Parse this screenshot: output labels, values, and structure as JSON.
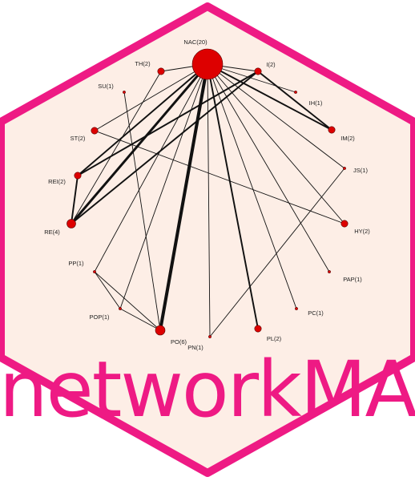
{
  "colors": {
    "hex_border": "#ee1a84",
    "hex_fill": "#fdeee6",
    "node_fill": "#dd0000",
    "edge": "#111111",
    "wordmark": "#ee1a84"
  },
  "wordmark": "networkMA",
  "network": {
    "nodes": [
      {
        "id": "NAC",
        "label": "NAC(20)",
        "size": 20
      },
      {
        "id": "TH",
        "label": "TH(2)",
        "size": 2
      },
      {
        "id": "I",
        "label": "I(2)",
        "size": 2
      },
      {
        "id": "SU",
        "label": "SU(1)",
        "size": 1
      },
      {
        "id": "IH",
        "label": "IH(1)",
        "size": 1
      },
      {
        "id": "ST",
        "label": "ST(2)",
        "size": 2
      },
      {
        "id": "IM",
        "label": "IM(2)",
        "size": 2
      },
      {
        "id": "JS",
        "label": "JS(1)",
        "size": 1
      },
      {
        "id": "REI",
        "label": "REI(2)",
        "size": 2
      },
      {
        "id": "RE",
        "label": "RE(4)",
        "size": 4
      },
      {
        "id": "HY",
        "label": "HY(2)",
        "size": 2
      },
      {
        "id": "PP",
        "label": "PP(1)",
        "size": 1
      },
      {
        "id": "PAP",
        "label": "PAP(1)",
        "size": 1
      },
      {
        "id": "POP",
        "label": "POP(1)",
        "size": 1
      },
      {
        "id": "PC",
        "label": "PC(1)",
        "size": 1
      },
      {
        "id": "PO",
        "label": "PO(6)",
        "size": 6
      },
      {
        "id": "PN",
        "label": "PN(1)",
        "size": 1
      },
      {
        "id": "PL",
        "label": "PL(2)",
        "size": 2
      }
    ],
    "edges": [
      {
        "from": "NAC",
        "to": "TH",
        "weight": 1
      },
      {
        "from": "NAC",
        "to": "I",
        "weight": 1
      },
      {
        "from": "NAC",
        "to": "IH",
        "weight": 1
      },
      {
        "from": "NAC",
        "to": "IM",
        "weight": 2
      },
      {
        "from": "NAC",
        "to": "ST",
        "weight": 1
      },
      {
        "from": "NAC",
        "to": "JS",
        "weight": 1
      },
      {
        "from": "NAC",
        "to": "REI",
        "weight": 2
      },
      {
        "from": "NAC",
        "to": "RE",
        "weight": 3
      },
      {
        "from": "NAC",
        "to": "HY",
        "weight": 1
      },
      {
        "from": "NAC",
        "to": "PP",
        "weight": 1
      },
      {
        "from": "NAC",
        "to": "PAP",
        "weight": 1
      },
      {
        "from": "NAC",
        "to": "POP",
        "weight": 1
      },
      {
        "from": "NAC",
        "to": "PC",
        "weight": 1
      },
      {
        "from": "NAC",
        "to": "PO",
        "weight": 4
      },
      {
        "from": "NAC",
        "to": "PN",
        "weight": 1
      },
      {
        "from": "NAC",
        "to": "PL",
        "weight": 2
      },
      {
        "from": "I",
        "to": "IM",
        "weight": 2
      },
      {
        "from": "I",
        "to": "REI",
        "weight": 2
      },
      {
        "from": "I",
        "to": "RE",
        "weight": 2
      },
      {
        "from": "TH",
        "to": "RE",
        "weight": 1
      },
      {
        "from": "REI",
        "to": "RE",
        "weight": 2
      },
      {
        "from": "SU",
        "to": "PO",
        "weight": 1
      },
      {
        "from": "ST",
        "to": "HY",
        "weight": 1
      },
      {
        "from": "JS",
        "to": "PN",
        "weight": 1
      },
      {
        "from": "PP",
        "to": "PO",
        "weight": 1
      },
      {
        "from": "PP",
        "to": "POP",
        "weight": 1
      },
      {
        "from": "POP",
        "to": "PO",
        "weight": 1
      }
    ]
  }
}
